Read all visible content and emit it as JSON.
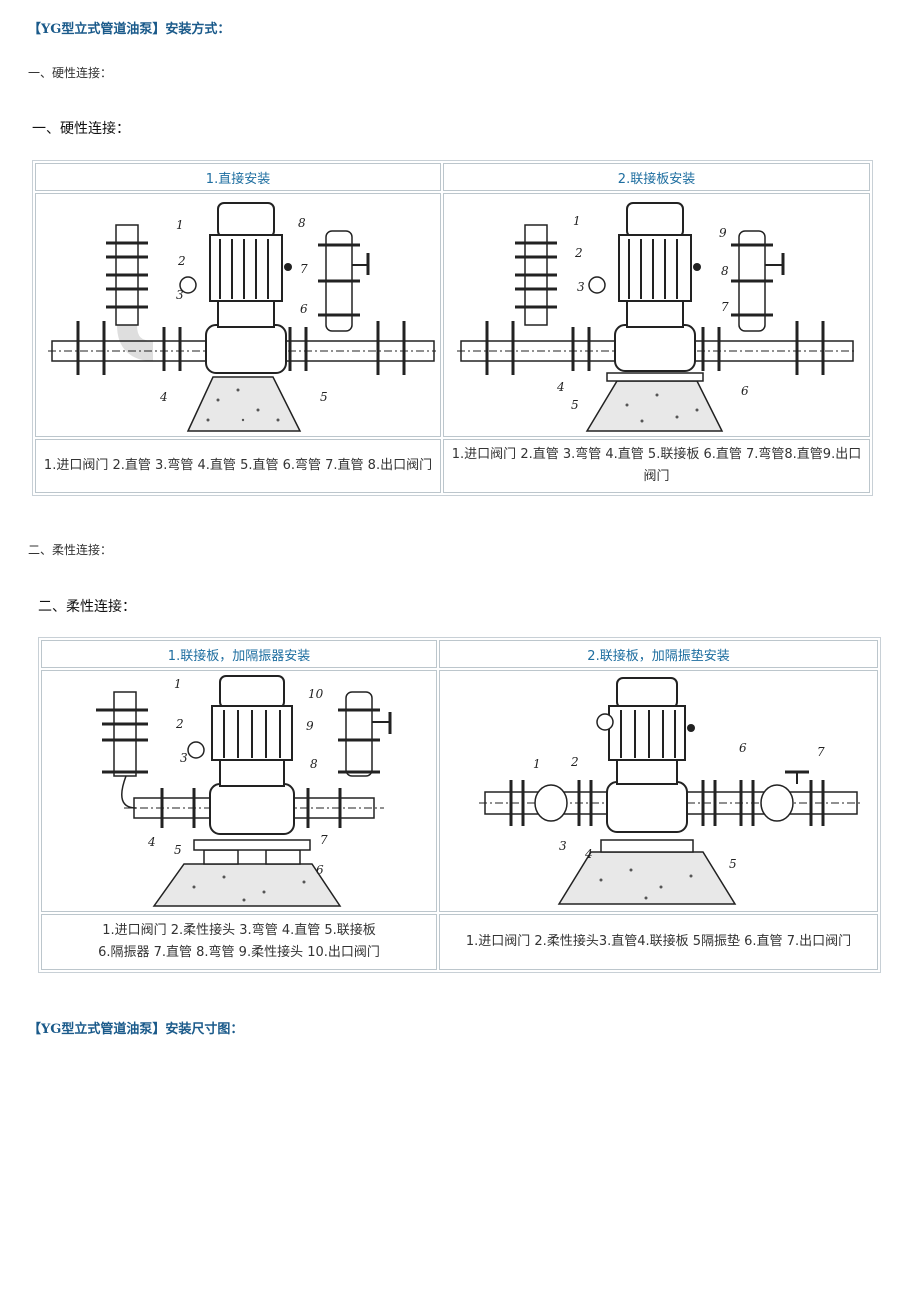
{
  "heading_install_method": "【YG型立式管道油泵】安装方式：",
  "section1": {
    "title_small": "一、硬性连接：",
    "title_large": "一、硬性连接：",
    "col1_header": "1.直接安装",
    "col2_header": "2.联接板安装",
    "col1_caption": "1.进口阀门 2.直管 3.弯管 4.直管 5.直管 6.弯管 7.直管 8.出口阀门",
    "col2_caption": "1.进口阀门 2.直管 3.弯管 4.直管 5.联接板 6.直管 7.弯管8.直管9.出口阀门",
    "col1_labels": [
      "1",
      "2",
      "3",
      "4",
      "5",
      "6",
      "7",
      "8"
    ],
    "col2_labels": [
      "1",
      "2",
      "3",
      "4",
      "5",
      "6",
      "7",
      "8",
      "9"
    ]
  },
  "section2": {
    "title_small": "二、柔性连接：",
    "title_large": "二、柔性连接：",
    "col1_header": "1.联接板，加隔振器安装",
    "col2_header": "2.联接板，加隔振垫安装",
    "col1_caption_line1": "1.进口阀门 2.柔性接头 3.弯管 4.直管 5.联接板",
    "col1_caption_line2": "6.隔振器 7.直管 8.弯管 9.柔性接头 10.出口阀门",
    "col2_caption": "1.进口阀门 2.柔性接头3.直管4.联接板 5隔振垫 6.直管 7.出口阀门",
    "col1_labels": [
      "1",
      "2",
      "3",
      "4",
      "5",
      "6",
      "7",
      "8",
      "9",
      "10"
    ],
    "col2_labels": [
      "1",
      "2",
      "3",
      "4",
      "5",
      "6",
      "7"
    ]
  },
  "heading_dimensions": "【YG型立式管道油泵】安装尺寸图："
}
